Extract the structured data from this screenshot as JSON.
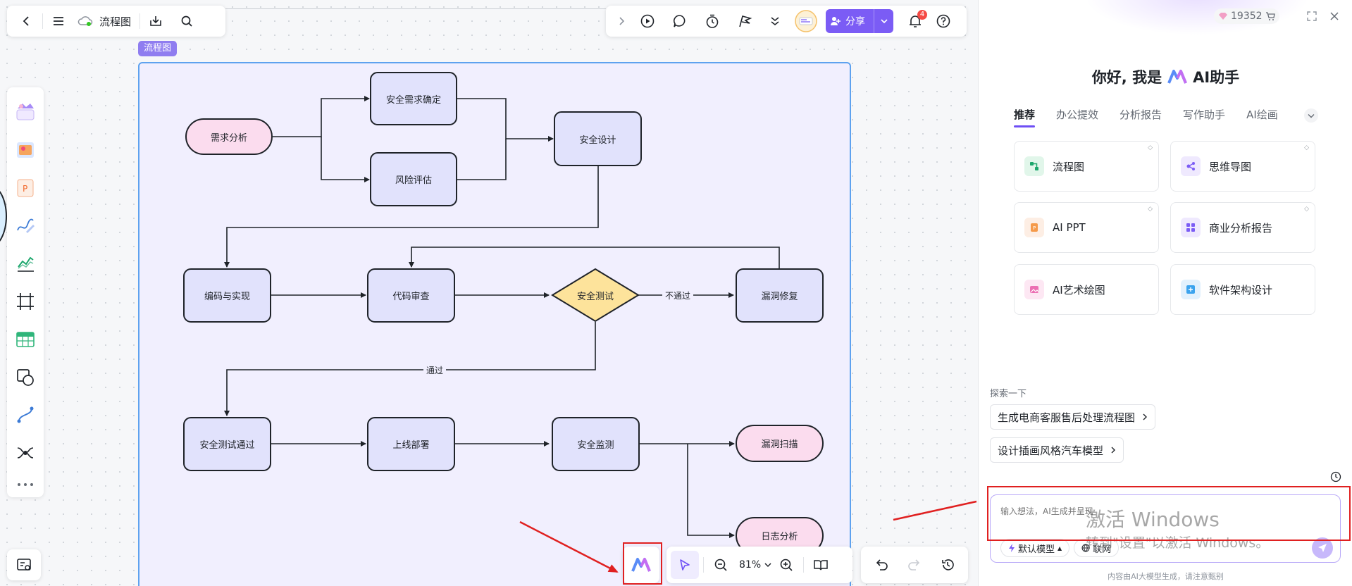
{
  "toolbar_left": {
    "doc_title": "流程图",
    "icons": [
      "back-icon",
      "menu-icon",
      "cloud-sync-icon",
      "download-icon",
      "search-icon"
    ]
  },
  "toolbar_right": {
    "share_label": "分享",
    "notification_count": "4",
    "brand_color": "#7b5cf5",
    "icons": [
      "chevron-right-icon",
      "play-icon",
      "comment-icon",
      "timer-icon",
      "flag-icon",
      "more-down-icon",
      "avatar-icon",
      "notification-icon",
      "help-icon"
    ]
  },
  "frame": {
    "tag": "流程图"
  },
  "flowchart": {
    "nodes": {
      "demand": "需求分析",
      "req": "安全需求确定",
      "risk": "风险评估",
      "design": "安全设计",
      "code": "编码与实现",
      "review": "代码审查",
      "test": "安全测试",
      "fix": "漏洞修复",
      "pass_node": "安全测试通过",
      "deploy": "上线部署",
      "monitor": "安全监测",
      "scan": "漏洞扫描",
      "log": "日志分析"
    },
    "edge_labels": {
      "fail": "不通过",
      "pass": "通过"
    }
  },
  "left_toolbar": {
    "tools": [
      "template-icon",
      "sticker-icon",
      "ppt-icon",
      "pen-icon",
      "chart-icon",
      "frame-icon",
      "table-icon",
      "shape-icon",
      "connector-icon",
      "mindmap-icon",
      "more-icon"
    ]
  },
  "bottom_toolbar": {
    "zoom": "81%",
    "tools": [
      "ai-logo-icon",
      "select-pointer-icon",
      "zoom-out-icon",
      "zoom-in-icon",
      "book-icon",
      "undo-icon",
      "redo-icon",
      "history-icon"
    ]
  },
  "bottom_left": {
    "icon": "minimap-icon"
  },
  "ai_panel": {
    "points": "19352",
    "greeting_prefix": "你好, 我是",
    "greeting_suffix": "AI助手",
    "tabs": [
      "推荐",
      "办公提效",
      "分析报告",
      "写作助手",
      "AI绘画"
    ],
    "cards": [
      "流程图",
      "思维导图",
      "AI PPT",
      "商业分析报告",
      "AI艺术绘图",
      "软件架构设计"
    ],
    "explore_label": "探索一下",
    "suggestions": [
      "生成电商客服售后处理流程图",
      "设计插画风格汽车模型"
    ],
    "input_placeholder": "输入想法，AI生成并呈现",
    "model_label": "默认模型",
    "web_label": "联网",
    "footer_note": "内容由AI大模型生成，请注意甄别",
    "watermark_title": "激活 Windows",
    "watermark_sub": "转到\"设置\"以激活 Windows。"
  }
}
